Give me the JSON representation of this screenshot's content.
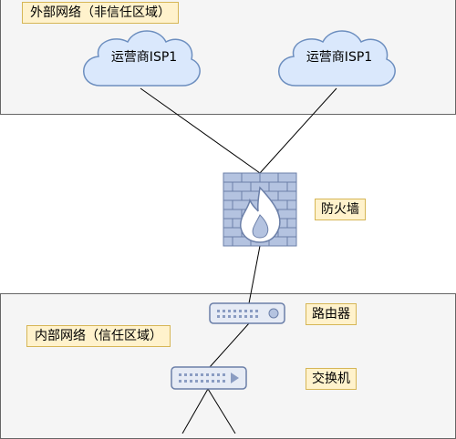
{
  "external_zone": {
    "label": "外部网络（非信任区域）"
  },
  "internal_zone": {
    "label": "内部网络（信任区域）"
  },
  "clouds": [
    {
      "label": "运营商ISP1"
    },
    {
      "label": "运营商ISP1"
    }
  ],
  "firewall": {
    "label": "防火墙",
    "icon": "firewall-icon"
  },
  "router": {
    "label": "路由器",
    "icon": "router-icon"
  },
  "switch": {
    "label": "交换机",
    "icon": "switch-icon"
  },
  "colors": {
    "zone_fill": "#f5f5f5",
    "label_fill": "#fff2cc",
    "label_border": "#d6b656",
    "cloud_fill": "#dae8fc",
    "cloud_border": "#6c8ebf",
    "device_fill": "#e6ebf5",
    "device_border": "#6b7fa8"
  }
}
